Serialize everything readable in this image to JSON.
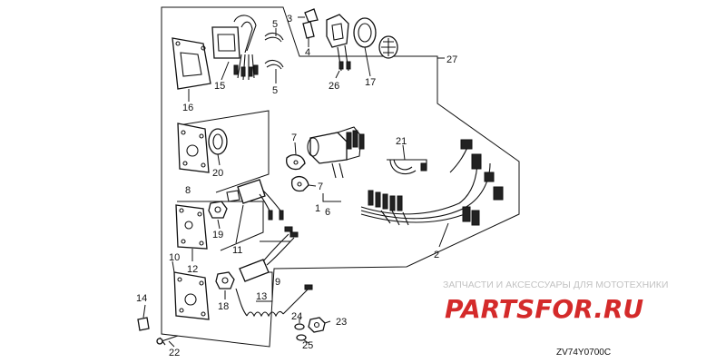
{
  "diagram": {
    "code": "ZV74Y0700C",
    "callouts": [
      "1",
      "2",
      "3",
      "4",
      "5",
      "5",
      "6",
      "7",
      "7",
      "8",
      "9",
      "10",
      "11",
      "12",
      "13",
      "14",
      "15",
      "16",
      "17",
      "18",
      "19",
      "20",
      "21",
      "22",
      "23",
      "24",
      "25",
      "26",
      "27"
    ]
  },
  "watermark": {
    "subtitle": "ЗАПЧАСТИ И АКСЕССУАРЫ ДЛЯ МОТОТЕХНИКИ",
    "brand": "PARTSFOR.RU",
    "brand_color": "#d42a2a",
    "muted_color": "#c8c8c8"
  }
}
